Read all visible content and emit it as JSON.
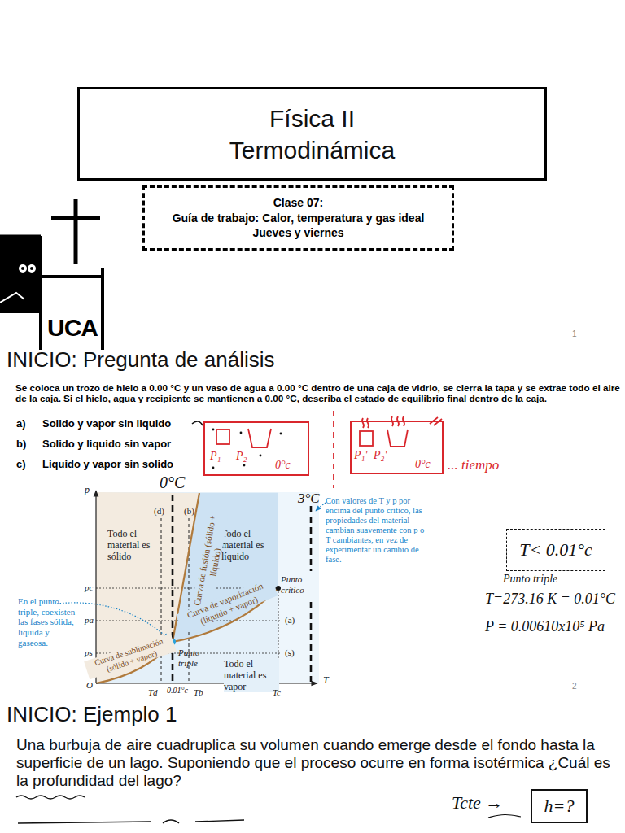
{
  "diagram": {
    "nodes": [
      {
        "text": [
          "Física II",
          "Termodinámica"
        ]
      },
      {
        "text": [
          "Clase 07:",
          "Guía de trabajo: Calor, temperatura y gas ideal",
          "Jueves y viernes"
        ]
      },
      {
        "text": [
          "P₁",
          "P₂",
          "0°c"
        ]
      },
      {
        "text": [
          "P₁'",
          "P₂'",
          "0°c"
        ]
      },
      {
        "text": [
          "T< 0.01°c"
        ]
      },
      {
        "text": [
          "h=?"
        ]
      }
    ],
    "labels": [
      "UCA",
      "1",
      "INICIO: Pregunta de análisis",
      "Se coloca un trozo de hielo a 0.00 °C y un vaso de agua a 0.00 °C dentro de una caja de vidrio, se cierra la tapa y se extrae todo el aire de la caja. Si el hielo, agua y recipiente se mantienen a 0.00 °C, describa el estado de equilibrio final dentro de la caja.",
      "a)",
      "Solido y vapor sin liquido",
      "b)",
      "Solido y liquido sin vapor",
      "c)",
      "Liquido y vapor sin solido",
      "... tiempo",
      "0°C",
      "3°C",
      "p",
      "(d)",
      "(b)",
      "Todo el material es sólido",
      "Todo el material es líquido",
      "Curva de fusión (sólido + líquido)",
      "Curva de vaporización (líquido + vapor)",
      "Curva de sublimación (sólido + vapor)",
      "Punto crítico",
      "Con valores de T y p por encima del punto crítico, las propiedades del material cambian suavemente con p o T cambiantes, en vez de experimentar un cambio de fase.",
      "pc",
      "pa",
      "ps",
      "O",
      "En el punto triple, coexisten las fases sólida, líquida y gaseosa.",
      "(a)",
      "(s)",
      "Todo el material es vapor",
      "Punto triple",
      "T",
      "Td",
      "0.01°c",
      "Tb",
      "Tc",
      "Punto triple",
      "T=273.16 K = 0.01°C",
      "P = 0.00610x10⁵ Pa",
      "2",
      "INICIO: Ejemplo 1",
      "Una burbuja de aire cuadruplica su volumen cuando emerge desde el fondo hasta la superficie de un lago. Suponiendo que el proceso ocurre en forma isotérmica ¿Cuál es la profundidad del lago?",
      "Tcte →"
    ]
  }
}
